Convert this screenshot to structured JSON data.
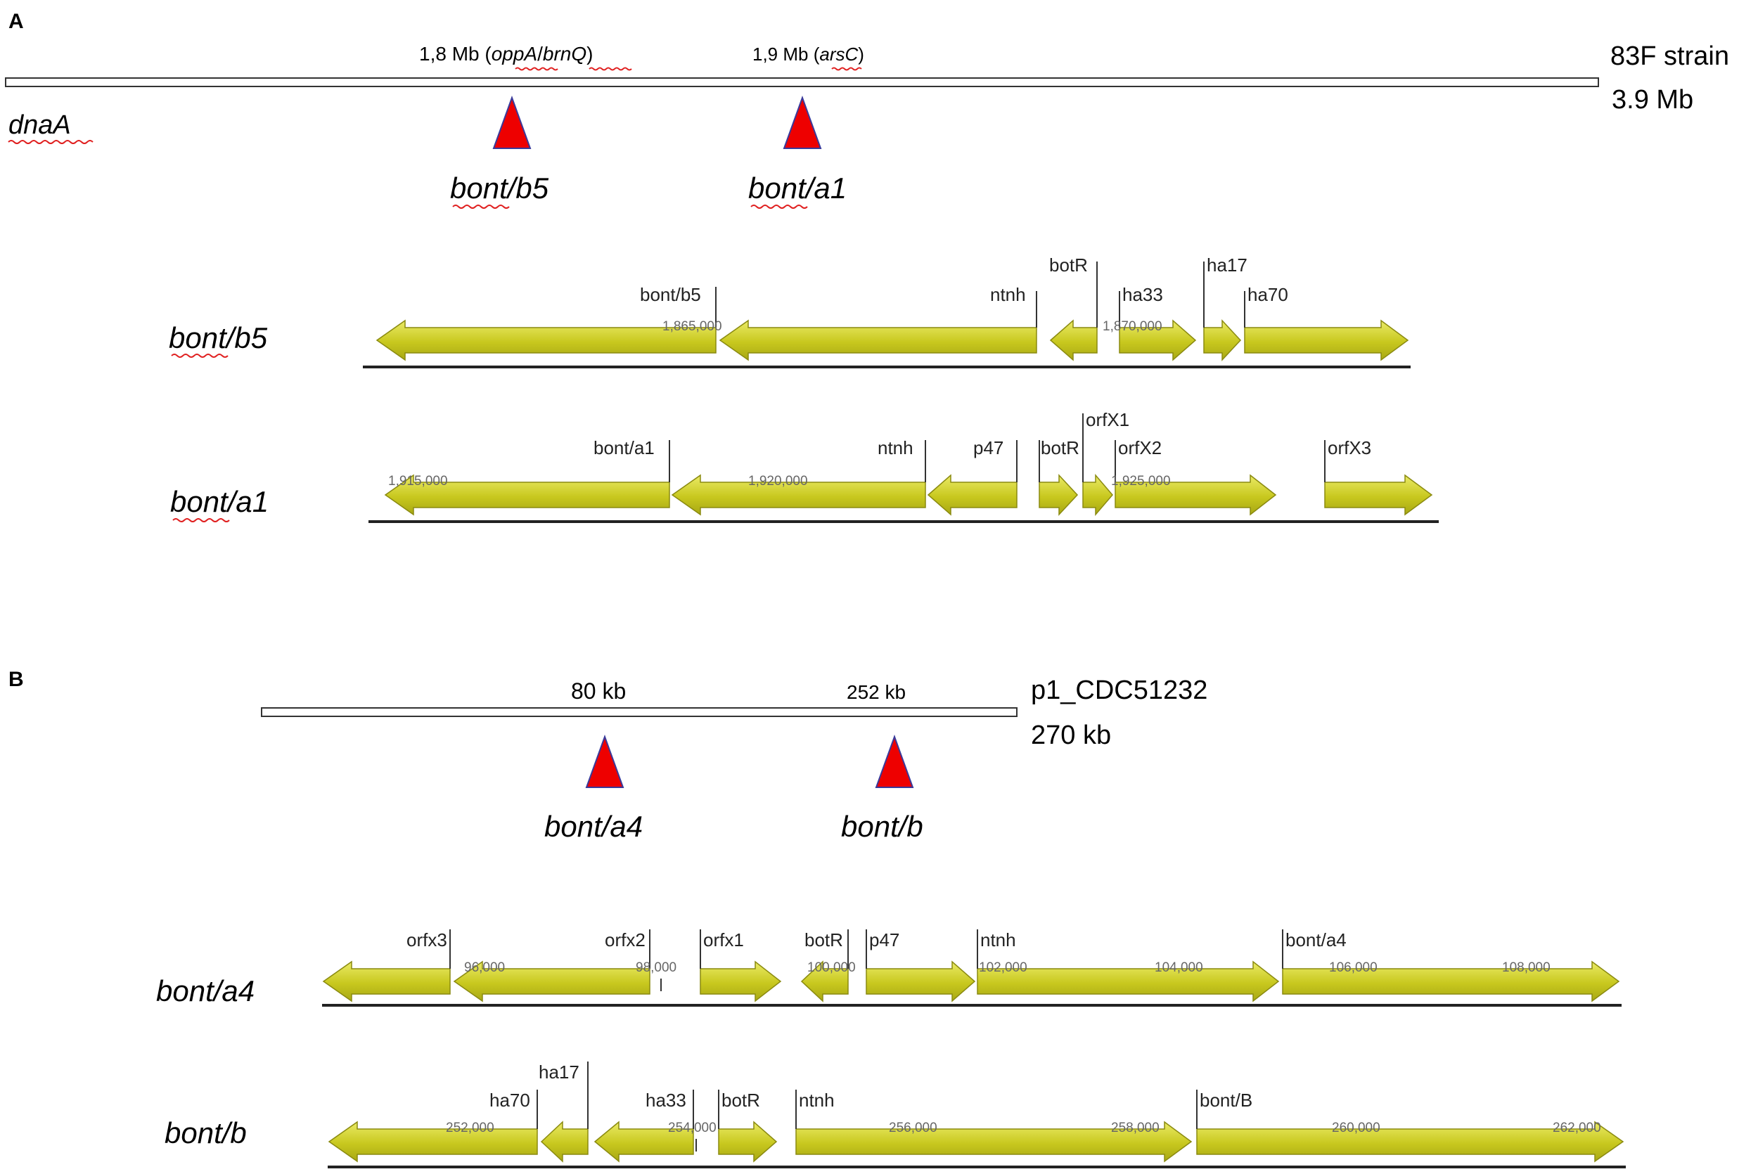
{
  "panel_a": {
    "letter": "A",
    "chromosome": {
      "pos1_prefix": "1,8 Mb (",
      "pos1_g1": "oppA",
      "pos1_sep": "/",
      "pos1_g2": "brnQ",
      "pos1_suffix": ")",
      "pos2_prefix": "1,9 Mb (",
      "pos2_g1": "arsC",
      "pos2_suffix": ")",
      "strain": "83F strain",
      "size": "3.9 Mb",
      "origin": "dnaA",
      "insert1": "bont/b5",
      "insert2": "bont/a1"
    },
    "cluster_b5": {
      "label": "bont/b5",
      "genes": [
        "bont/b5",
        "ntnh",
        "botR",
        "ha33",
        "ha17",
        "ha70"
      ],
      "coords": [
        "1,865,000",
        "1,870,000"
      ]
    },
    "cluster_a1": {
      "label": "bont/a1",
      "genes": [
        "bont/a1",
        "ntnh",
        "p47",
        "botR",
        "orfX1",
        "orfX2",
        "orfX3"
      ],
      "coords": [
        "1,915,000",
        "1,920,000",
        "1,925,000"
      ]
    }
  },
  "panel_b": {
    "letter": "B",
    "plasmid": {
      "pos1": "80 kb",
      "pos2": "252 kb",
      "name": "p1_CDC51232",
      "size": "270 kb",
      "insert1": "bont/a4",
      "insert2": "bont/b"
    },
    "cluster_a4": {
      "label": "bont/a4",
      "genes": [
        "orfx3",
        "orfx2",
        "orfx1",
        "botR",
        "p47",
        "ntnh",
        "bont/a4"
      ],
      "coords": [
        "96,000",
        "98,000",
        "100,000",
        "102,000",
        "104,000",
        "106,000",
        "108,000"
      ]
    },
    "cluster_b": {
      "label": "bont/b",
      "genes": [
        "ha70",
        "ha17",
        "ha33",
        "botR",
        "ntnh",
        "bont/B"
      ],
      "coords": [
        "252,000",
        "254,000",
        "256,000",
        "258,000",
        "260,000",
        "262,000"
      ]
    }
  },
  "colors": {
    "gene_fill": "#c8c81e",
    "gene_light": "#e8e860",
    "gene_dark": "#a4a410",
    "gene_stroke": "#8a8a10",
    "insertion_fill": "#ee0000",
    "insertion_stroke": "#3a3a9a",
    "spell_underline": "#e02020"
  }
}
